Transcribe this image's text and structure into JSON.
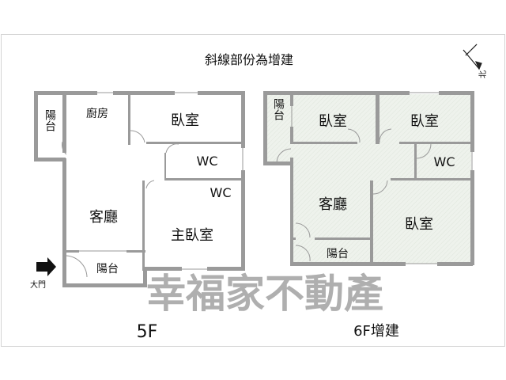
{
  "title": "斜線部份為增建",
  "compass": {
    "label": "北"
  },
  "plan_5f": {
    "caption": "5F",
    "rooms": {
      "balcony_left": "陽台",
      "kitchen": "廚房",
      "bedroom": "臥室",
      "wc1": "WC",
      "wc2": "WC",
      "living": "客廳",
      "master_bedroom": "主臥室",
      "balcony_bottom": "陽台"
    },
    "entrance": "大門"
  },
  "plan_6f": {
    "caption": "6F增建",
    "rooms": {
      "balcony_left": "陽台",
      "bedroom1": "臥室",
      "bedroom2": "臥室",
      "wc": "WC",
      "living": "客廳",
      "bedroom3": "臥室",
      "balcony_bottom": "陽台"
    }
  },
  "watermark": "幸福家不動產",
  "colors": {
    "wall": "#9a9a9a",
    "hatch_fill": "#eef2ec",
    "watermark": "#7a7a7a"
  }
}
